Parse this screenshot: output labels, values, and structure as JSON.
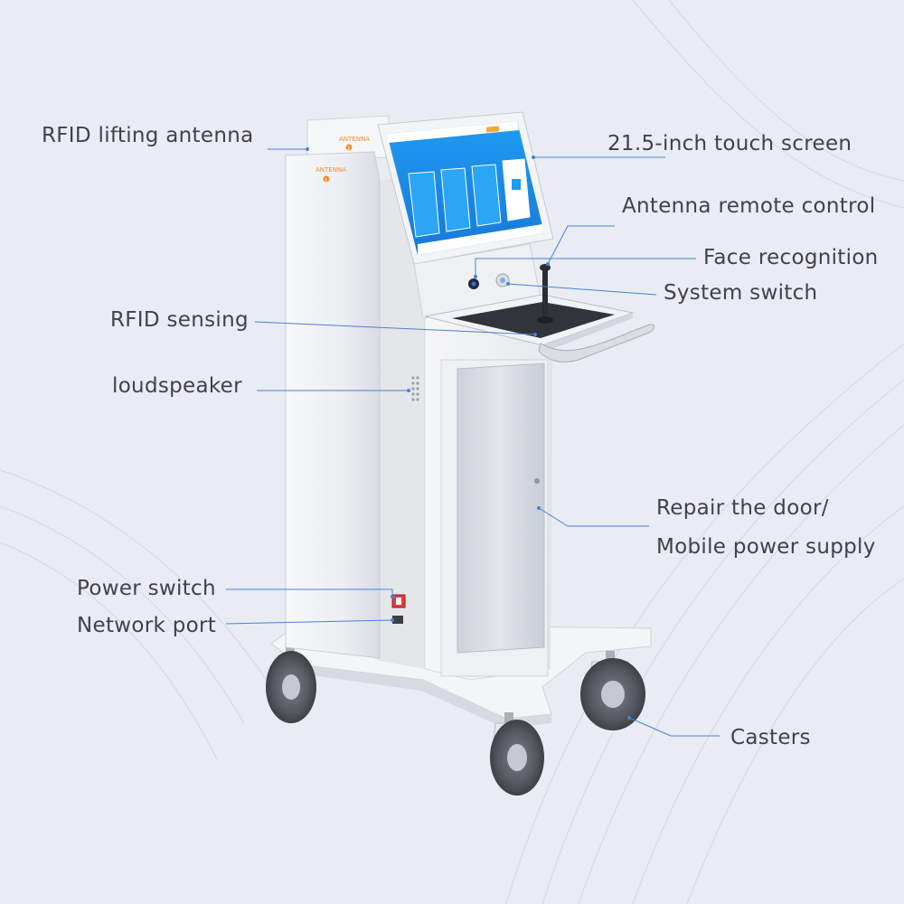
{
  "callouts": {
    "rfid_lifting_antenna": "RFID lifting antenna",
    "touch_screen": "21.5-inch touch screen",
    "antenna_remote_control": "Antenna remote control",
    "face_recognition": "Face recognition",
    "system_switch": "System switch",
    "rfid_sensing": "RFID sensing",
    "loudspeaker": "loudspeaker",
    "repair_door_line1": "Repair the door/",
    "repair_door_line2": "Mobile power supply",
    "power_switch": "Power switch",
    "network_port": "Network port",
    "casters": "Casters"
  },
  "device": {
    "antenna_label_back": "ANTENNA",
    "antenna_label_front": "ANTENNA",
    "antenna_number_back": "2",
    "antenna_number_front": "1"
  },
  "colors": {
    "background": "#e9ecf2",
    "leader_line": "#4a7fd8",
    "screen_blue": "#1e9bf0",
    "antenna_orange": "#f0902a",
    "label_text": "#3f4248"
  }
}
